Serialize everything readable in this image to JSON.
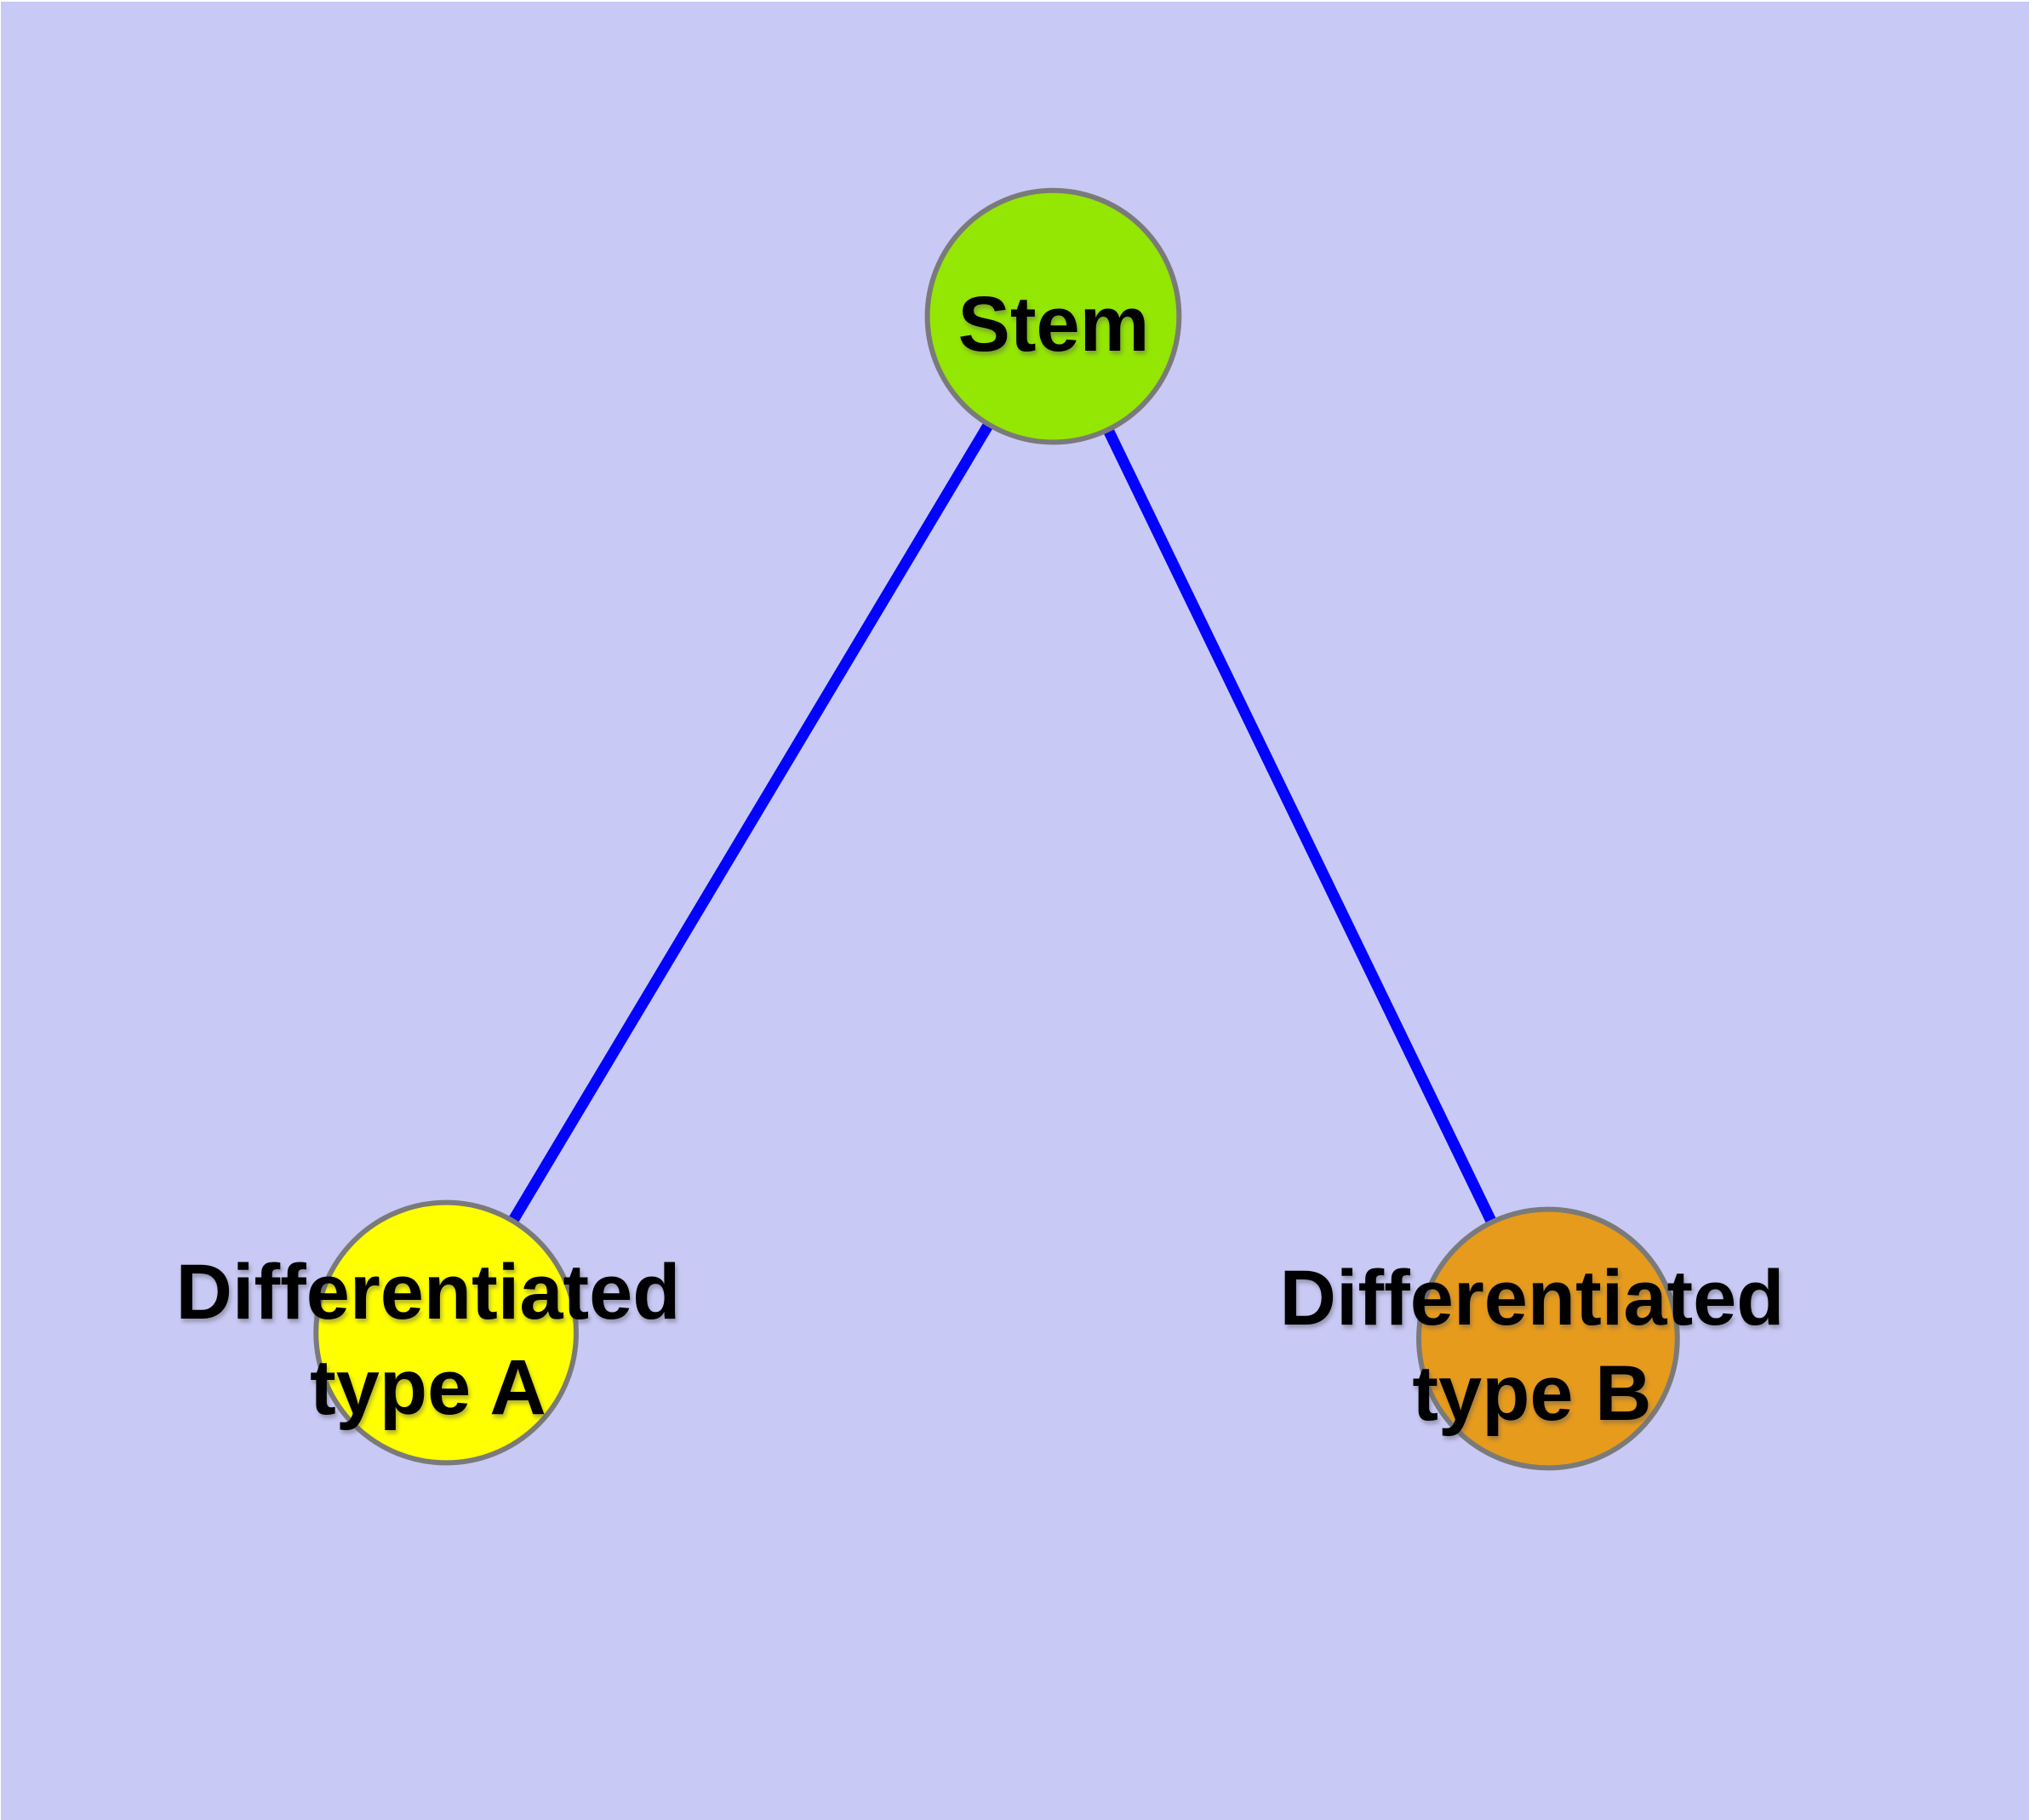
{
  "diagram": {
    "type": "graph",
    "description": "Stem cell differentiation tree: one stem node branching to two differentiated cell types",
    "colors": {
      "background": "#C9C9F5",
      "edge": "#0202FE",
      "node_border": "#7A7A7A",
      "text": "#000000"
    },
    "nodes": {
      "stem": {
        "label": "Stem",
        "line1": "Stem",
        "line2": "",
        "fill": "#94E603",
        "shape": "circle"
      },
      "diff_a": {
        "label": "Differentiated type A",
        "line1": "Differentiated",
        "line2": "type A",
        "fill": "#FFFF00",
        "shape": "circle"
      },
      "diff_b": {
        "label": "Differentiated type B",
        "line1": "Differentiated",
        "line2": "type B",
        "fill": "#E69B1D",
        "shape": "circle"
      }
    },
    "edges": [
      {
        "from": "Stem",
        "to": "Differentiated type A",
        "style": "solid",
        "arrowhead": "none"
      },
      {
        "from": "Stem",
        "to": "Differentiated type B",
        "style": "solid",
        "arrowhead": "none"
      }
    ]
  }
}
